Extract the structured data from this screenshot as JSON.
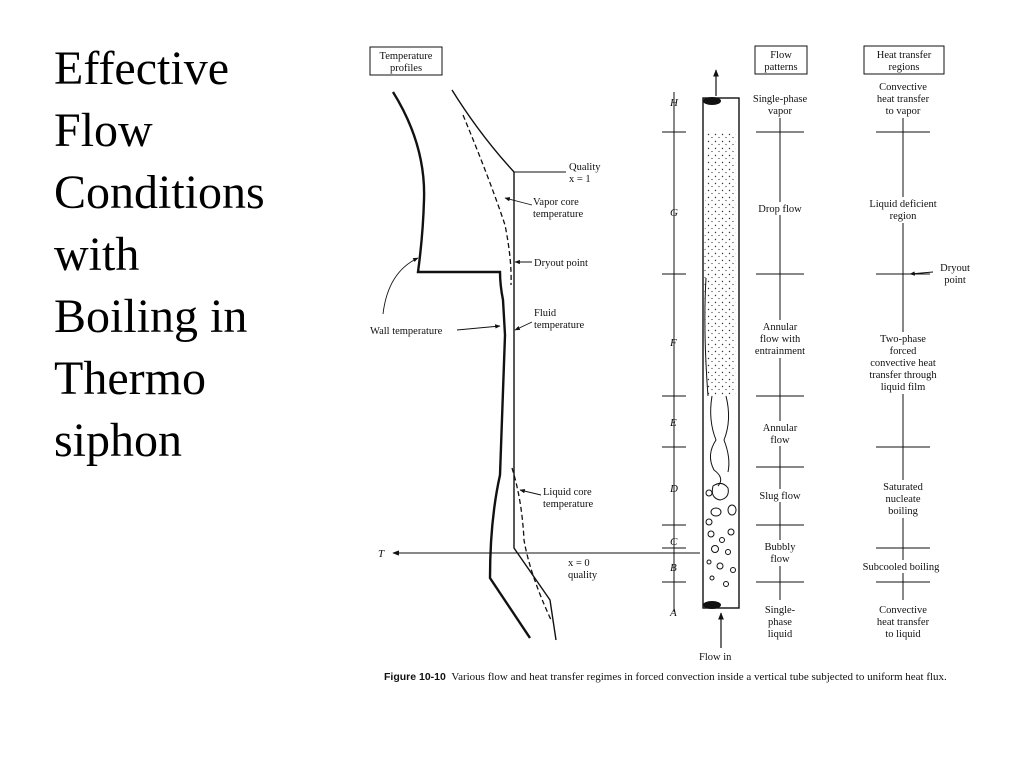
{
  "title": [
    "Effective",
    "Flow",
    "Conditions",
    "with",
    "Boiling in",
    "Thermo",
    "siphon"
  ],
  "headers": {
    "temperature_profiles": [
      "Temperature",
      "profiles"
    ],
    "flow_patterns": [
      "Flow",
      "patterns"
    ],
    "heat_transfer_regions": [
      "Heat transfer",
      "regions"
    ]
  },
  "profile_labels": {
    "quality_one": [
      "Quality",
      "x = 1"
    ],
    "vapor_core": [
      "Vapor core",
      "temperature"
    ],
    "dryout_point": "Dryout point",
    "fluid_temperature": [
      "Fluid",
      "temperature"
    ],
    "wall_temperature": "Wall temperature",
    "liquid_core": [
      "Liquid core",
      "temperature"
    ],
    "quality_zero": [
      "x = 0",
      "quality"
    ],
    "t_axis": "T"
  },
  "zones": [
    "H",
    "G",
    "F",
    "E",
    "D",
    "C",
    "B",
    "A"
  ],
  "flow_patterns": [
    [
      "Single-phase",
      "vapor"
    ],
    [
      "Drop flow"
    ],
    [
      "Annular",
      "flow with",
      "entrainment"
    ],
    [
      "Annular",
      "flow"
    ],
    [
      "Slug flow"
    ],
    [
      "Bubbly",
      "flow"
    ],
    [
      "Single-",
      "phase",
      "liquid"
    ]
  ],
  "flow_in": "Flow in",
  "heat_transfer_regions": [
    [
      "Convective",
      "heat transfer",
      "to vapor"
    ],
    [
      "Liquid deficient",
      "region"
    ],
    [
      "Dryout",
      "point"
    ],
    [
      "Two-phase",
      "forced",
      "convective heat",
      "transfer through",
      "liquid film"
    ],
    [
      "Saturated",
      "nucleate",
      "boiling"
    ],
    [
      "Subcooled boiling"
    ],
    [
      "Convective",
      "heat transfer",
      "to liquid"
    ]
  ],
  "caption": {
    "figure_label": "Figure 10-10",
    "text": "Various flow and heat transfer regimes in forced convection inside a vertical tube subjected to uniform heat flux."
  }
}
